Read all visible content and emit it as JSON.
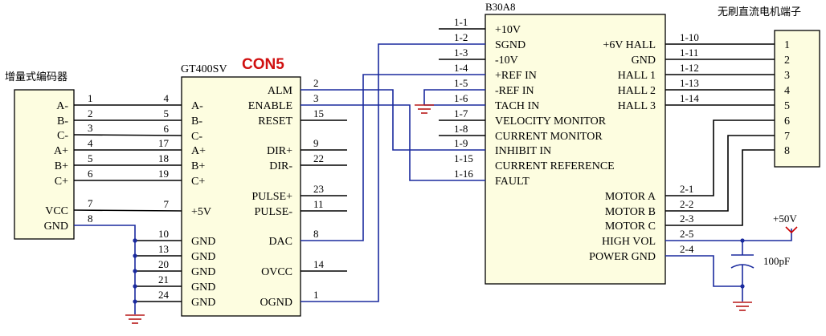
{
  "encoder": {
    "title": "增量式编码器",
    "pins": [
      "A-",
      "B-",
      "C-",
      "A+",
      "B+",
      "C+",
      "VCC",
      "GND"
    ],
    "wire_numbers": [
      "1",
      "2",
      "3",
      "4",
      "5",
      "6",
      "7",
      "8"
    ]
  },
  "gt400": {
    "title": "GT400SV",
    "con_label": "CON5",
    "left_pins": [
      "A-",
      "B-",
      "C-",
      "A+",
      "B+",
      "C+",
      "+5V",
      "GND",
      "GND",
      "GND",
      "GND",
      "GND"
    ],
    "left_numbers": [
      "4",
      "5",
      "6",
      "17",
      "18",
      "19",
      "7",
      "10",
      "13",
      "20",
      "21",
      "24"
    ],
    "right_pins": [
      "ALM",
      "ENABLE",
      "RESET",
      "DIR+",
      "DIR-",
      "PULSE+",
      "PULSE-",
      "DAC",
      "OVCC",
      "OGND"
    ],
    "right_numbers": [
      "2",
      "3",
      "15",
      "9",
      "22",
      "23",
      "11",
      "8",
      "14",
      "1"
    ]
  },
  "b30a8": {
    "title": "B30A8",
    "left_pins": [
      "+10V",
      "SGND",
      "-10V",
      "+REF IN",
      "-REF IN",
      "TACH IN",
      "VELOCITY MONITOR",
      "CURRENT MONITOR",
      "INHIBIT IN",
      "CURRENT REFERENCE",
      "FAULT"
    ],
    "left_numbers": [
      "1-1",
      "1-2",
      "1-3",
      "1-4",
      "1-5",
      "1-6",
      "1-7",
      "1-8",
      "1-9",
      "1-15",
      "1-16"
    ],
    "right_pins": [
      "+6V HALL",
      "GND",
      "HALL 1",
      "HALL 2",
      "HALL 3",
      "MOTOR A",
      "MOTOR B",
      "MOTOR C",
      "HIGH VOL",
      "POWER GND"
    ],
    "right_numbers": [
      "1-10",
      "1-11",
      "1-12",
      "1-13",
      "1-14",
      "2-1",
      "2-2",
      "2-3",
      "2-5",
      "2-4"
    ]
  },
  "motor": {
    "title": "无刷直流电机端子",
    "pins": [
      "1",
      "2",
      "3",
      "4",
      "5",
      "6",
      "7",
      "8"
    ]
  },
  "power": {
    "supply_label": "+50V",
    "cap_label": "100pF",
    "supply_color": "#cc0000"
  },
  "colors": {
    "wire_blue": "#1a2a9e",
    "con_red": "#d01010",
    "box_fill": "#fdfde0"
  }
}
